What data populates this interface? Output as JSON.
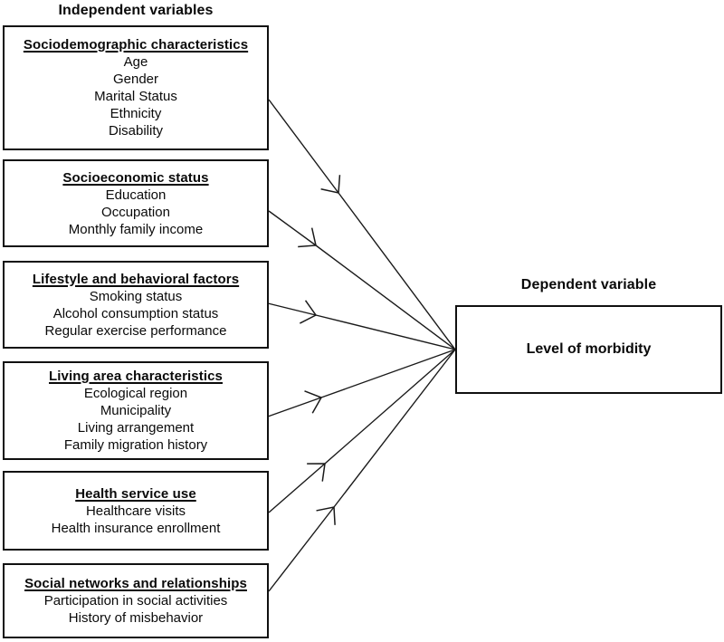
{
  "diagram": {
    "left_column_title": "Independent variables",
    "right_column_title": "Dependent variable",
    "independent_boxes": [
      {
        "heading": "Sociodemographic characteristics",
        "items": [
          "Age",
          "Gender",
          "Marital Status",
          "Ethnicity",
          "Disability"
        ]
      },
      {
        "heading": "Socioeconomic status",
        "items": [
          "Education",
          "Occupation",
          "Monthly family income"
        ]
      },
      {
        "heading": "Lifestyle and behavioral factors",
        "items": [
          "Smoking status",
          "Alcohol consumption status",
          "Regular exercise performance"
        ]
      },
      {
        "heading": "Living area characteristics",
        "items": [
          "Ecological region",
          "Municipality",
          "Living arrangement",
          "Family migration history"
        ]
      },
      {
        "heading": "Health service use",
        "items": [
          "Healthcare visits",
          "Health insurance enrollment"
        ]
      },
      {
        "heading": "Social networks and relationships",
        "items": [
          "Participation in social activities",
          "History of misbehavior"
        ]
      }
    ],
    "dependent_box": {
      "label": "Level of morbidity"
    },
    "arrows": [
      {
        "start": [
          297,
          110
        ],
        "head": [
          374,
          213
        ]
      },
      {
        "start": [
          297,
          233
        ],
        "head": [
          349,
          271
        ]
      },
      {
        "start": [
          296,
          335
        ],
        "head": [
          349,
          348
        ]
      },
      {
        "start": [
          296,
          460
        ],
        "head": [
          355,
          439
        ]
      },
      {
        "start": [
          297,
          566
        ],
        "head": [
          359,
          512
        ]
      },
      {
        "start": [
          297,
          653
        ],
        "head": [
          369,
          560
        ]
      }
    ],
    "convergence": [
      503,
      386
    ],
    "colors": {
      "line": "#1a1a1a",
      "border": "#101010",
      "background": "#ffffff",
      "text": "#0a0a0a"
    }
  }
}
